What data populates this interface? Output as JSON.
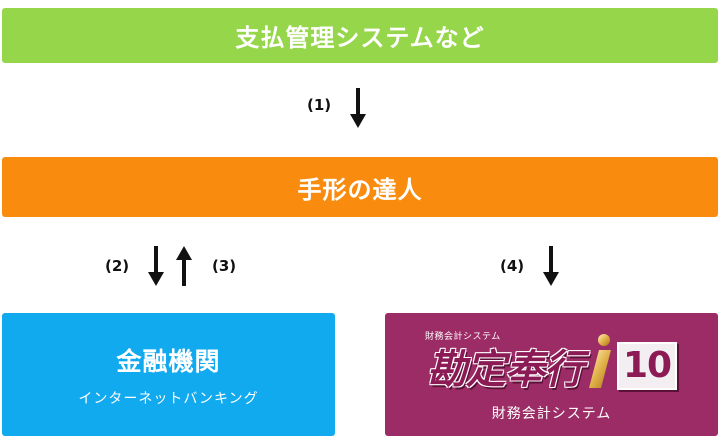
{
  "nodes": {
    "top": "支払管理システムなど",
    "mid": "手形の達人",
    "bank_title": "金融機関",
    "bank_sub": "インターネットバンキング",
    "kanjo_small": "財務会計システム",
    "kanjo_logo": "勘定奉行",
    "kanjo_version": "10",
    "kanjo_sub": "財務会計システム"
  },
  "labels": {
    "step1": "(1)",
    "step2": "(2)",
    "step3": "(3)",
    "step4": "(4)"
  },
  "colors": {
    "top": "#96d64a",
    "mid": "#f98c0f",
    "bank": "#11aaef",
    "kanjo": "#9c2c65"
  }
}
